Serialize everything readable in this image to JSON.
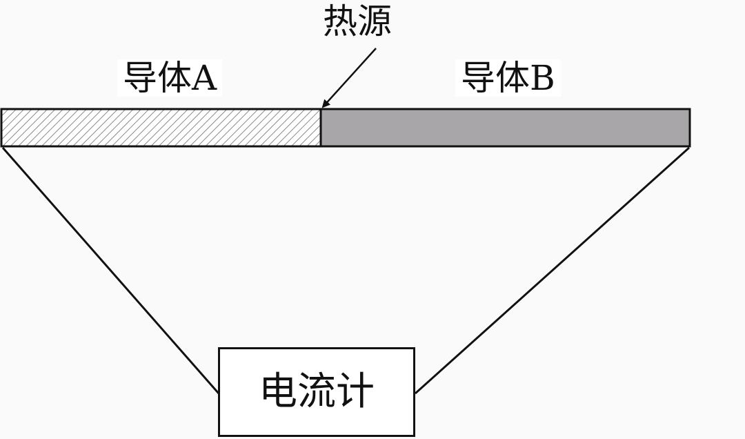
{
  "labels": {
    "heat_source": "热源",
    "conductor_a": "导体A",
    "conductor_b": "导体B",
    "galvanometer": "电流计"
  },
  "colors": {
    "line": "#111111",
    "conductor_a_hatch": "#8a8a8a",
    "conductor_b_fill": "#a8a6a8"
  }
}
